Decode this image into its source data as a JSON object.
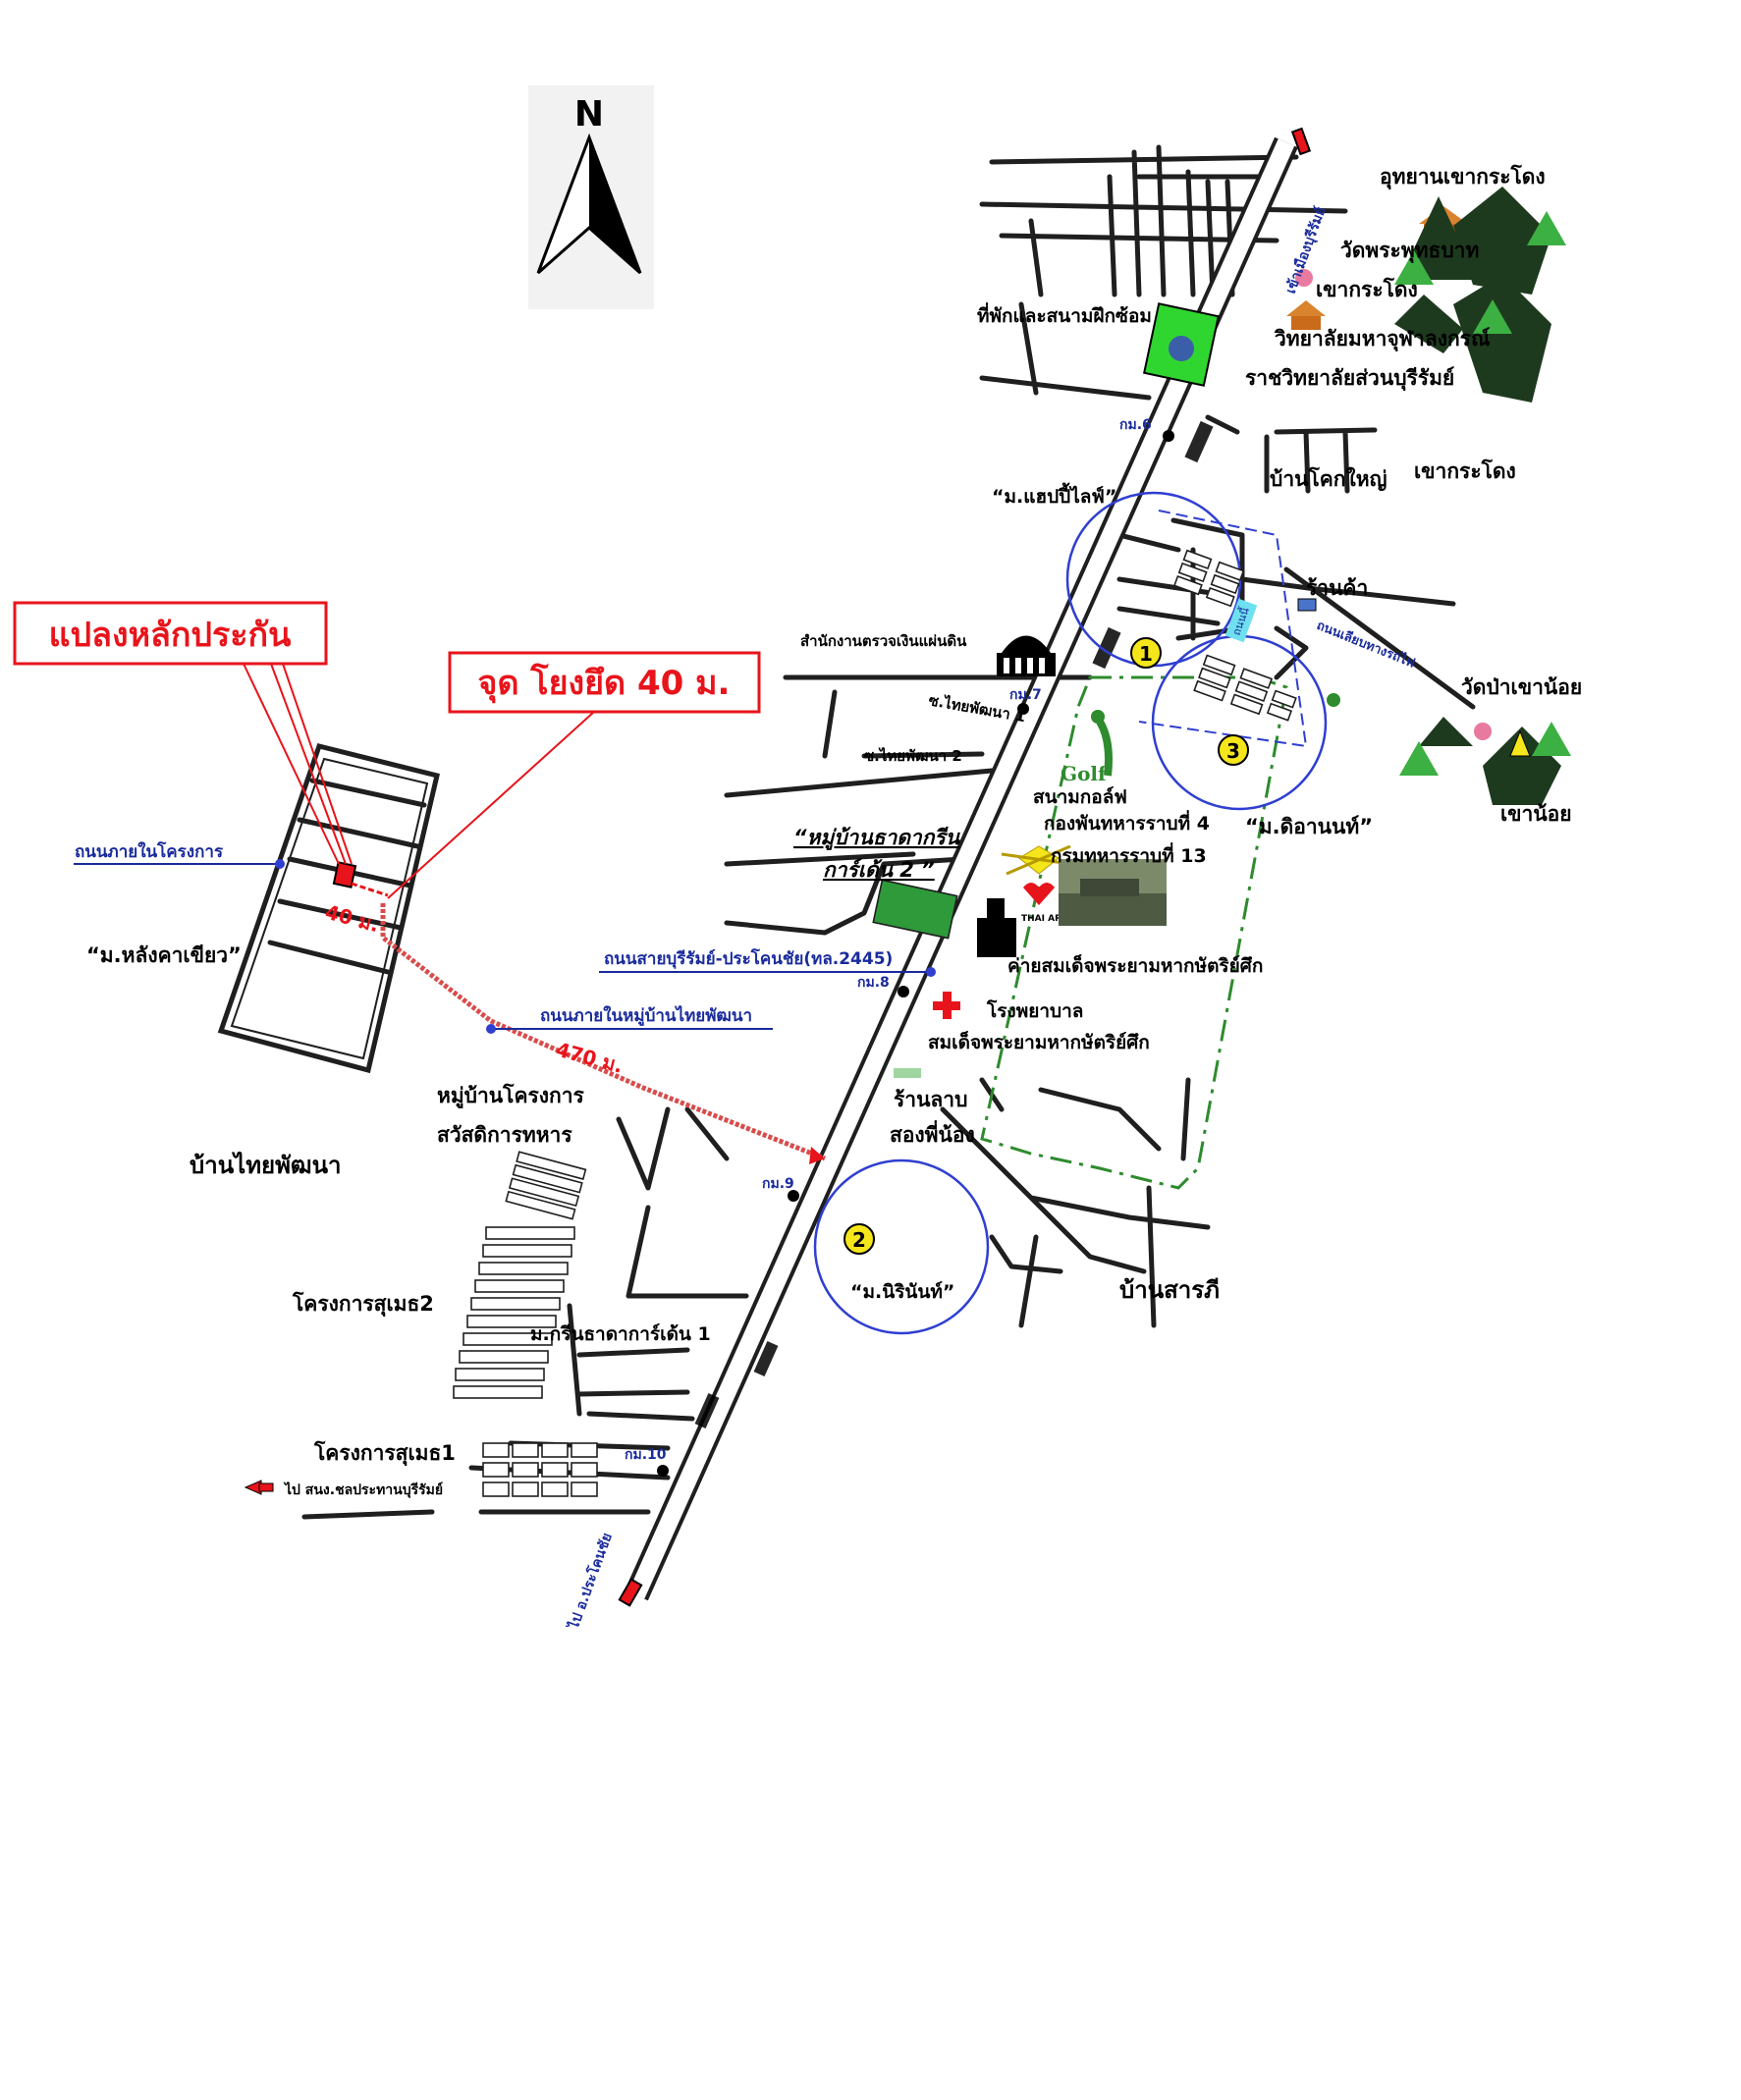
{
  "north": {
    "letter": "N"
  },
  "callouts": {
    "collateral_plot": "แปลงหลักประกัน",
    "anchor_point": "จุด โยงยึด 40 ม."
  },
  "distances": {
    "d40": "40 ม.",
    "d470": "470 ม."
  },
  "markers": {
    "m1": "1",
    "m2": "2",
    "m3": "3"
  },
  "road_labels": {
    "internal_project": "ถนนภายในโครงการ",
    "internal_village": "ถนนภายในหมู่บ้านไทยพัฒนา",
    "buriram_prakhonchai": "ถนนสายบุรีรัมย์-ประโคนชัย(ทล.2445)",
    "to_buriram": "เข้าเมืองบุรีรัมย์",
    "to_prakhonchai": "ไป อ.ประโคนชัย",
    "to_airport": "ไป สนง.ชลประทานบุรีรัมย์",
    "thai_phatthana_1": "ซ.ไทยพัฒนา 1",
    "thai_phatthana_2": "ซ.ไทยพัฒนา 2",
    "side_road_east": "ถนนเลียบทางรถไฟ",
    "school_road": "ถนนนี้"
  },
  "km_markers": {
    "km6": "กม.6",
    "km7": "กม.7",
    "km8": "กม.8",
    "km9": "กม.9",
    "km10": "กม.10"
  },
  "places": {
    "udyan": "อุทยานเขากระโดง",
    "wat_phra_1": "วัดพระพุทธบาท",
    "wat_phra_2": "เขากระโดง",
    "uni_1": "วิทยาลัยมหาจุฬาลงกรณ์",
    "uni_2": "ราชวิทยาลัยส่วนบุรีรัมย์",
    "khao_kradong": "เขากระโดง",
    "stadium": "ที่พักและสนามฝึกซ้อม",
    "ban_khok_yai": "บ้านโคกใหญ่",
    "happy_life": "“ม.แฮปปี้ไลฟ์”",
    "shop": "ร้านค้า",
    "wat_pa": "วัดป่าเขาน้อย",
    "khao_noi": "เขาน้อย",
    "audit_office": "สำนักงานตรวจเงินแผ่นดิน",
    "golf": "สนามกอล์ฟ",
    "battalion": "กองพันทหารราบที่ 4",
    "regiment": "กรมทหารราบที่ 13",
    "ditanon": "“ม.ดิอานนท์”",
    "green_village_1": "“หมู่บ้านธาดากรีน",
    "green_village_2": "การ์เด้น 2 ”",
    "camp": "ค่ายสมเด็จพระยามหากษัตริย์ศึก",
    "hospital_1": "โรงพยาบาล",
    "hospital_2": "สมเด็จพระยามหากษัตริย์ศึก",
    "restaurant_1": "ร้านลาบ",
    "restaurant_2": "สองพี่น้อง",
    "lang_kha": "“ม.หลังคาเขียว”",
    "welfare_1": "หมู่บ้านโครงการ",
    "welfare_2": "สวัสดิการทหาร",
    "ban_thai": "บ้านไทยพัฒนา",
    "nirinan": "“ม.นิรินันท์”",
    "ban_san": "บ้านสารภี",
    "sumet2": "โครงการสุเมธ2",
    "green_garden_1": "ม.กรีนธาดาการ์เด้น 1",
    "sumet1": "โครงการสุเมธ1",
    "golf_logo": "Golf",
    "army_logo": "THAI ARMY"
  },
  "colors": {
    "callout_red": "#e8141b",
    "circle_blue": "#2f3fd0",
    "label_blue": "#1a2b9c",
    "marker_yellow": "#f5e61c",
    "boundary_green": "#2e8b2e"
  }
}
